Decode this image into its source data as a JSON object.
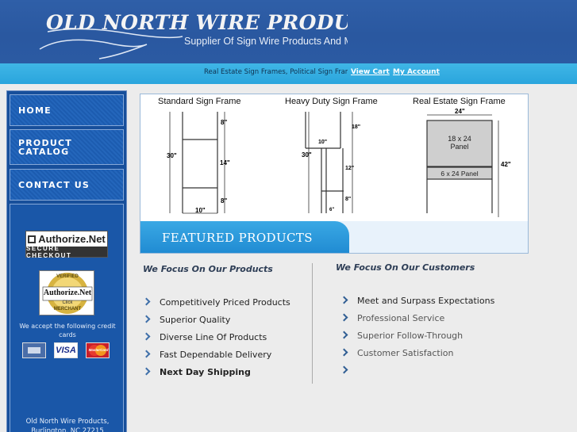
{
  "header": {
    "title": "OLD NORTH WIRE PRODUCTS",
    "tagline": "Supplier Of Sign Wire Products And More"
  },
  "navbar": {
    "text": "Real Estate Sign Frames, Political Sign Frames",
    "view_cart": "View Cart",
    "my_account": "My Account"
  },
  "sidebar": {
    "items": [
      {
        "label": "HOME"
      },
      {
        "label": "PRODUCT CATALOG"
      },
      {
        "label": "CONTACT US"
      }
    ],
    "authorize_net": "Authorize.Net",
    "secure_checkout": "SECURE CHECKOUT",
    "seal_top": "VERIFIED",
    "seal_name": "Authorize.Net",
    "seal_click": "Click",
    "seal_bottom": "MERCHANT",
    "accept_text": "We accept the following credit cards",
    "card_visa": "VISA",
    "card_mc": "MasterCard",
    "footer": "Old North Wire Products, Burlington, NC 27215"
  },
  "banner": {
    "frames": [
      {
        "title": "Standard Sign Frame",
        "dims": [
          "8\"",
          "30\"",
          "14\"",
          "8\"",
          "10\""
        ]
      },
      {
        "title": "Heavy Duty Sign Frame",
        "dims": [
          "18\"",
          "10\"",
          "30\"",
          "12\"",
          "8\"",
          "6\""
        ]
      },
      {
        "title": "Real Estate Sign Frame",
        "dims": [
          "24\"",
          "18 x 24",
          "Panel",
          "6 x 24 Panel",
          "42\""
        ]
      }
    ],
    "featured": "FEATURED PRODUCTS"
  },
  "left_column": {
    "heading": "We Focus On Our Products",
    "items": [
      "Competitively Priced Products",
      "Superior Quality",
      "Diverse Line Of Products",
      "Fast Dependable Delivery",
      "Next Day Shipping"
    ]
  },
  "right_column": {
    "heading": "We Focus On Our Customers",
    "items": [
      "Meet and Surpass Expectations",
      "Professional Service",
      "Superior Follow-Through",
      "Customer Satisfaction"
    ]
  },
  "colors": {
    "header_bg": "#2f5fa8",
    "navbar_bg": "#2aa5dd",
    "sidebar_bg": "#174f9b",
    "featured_tab": "#1f8ad2"
  }
}
